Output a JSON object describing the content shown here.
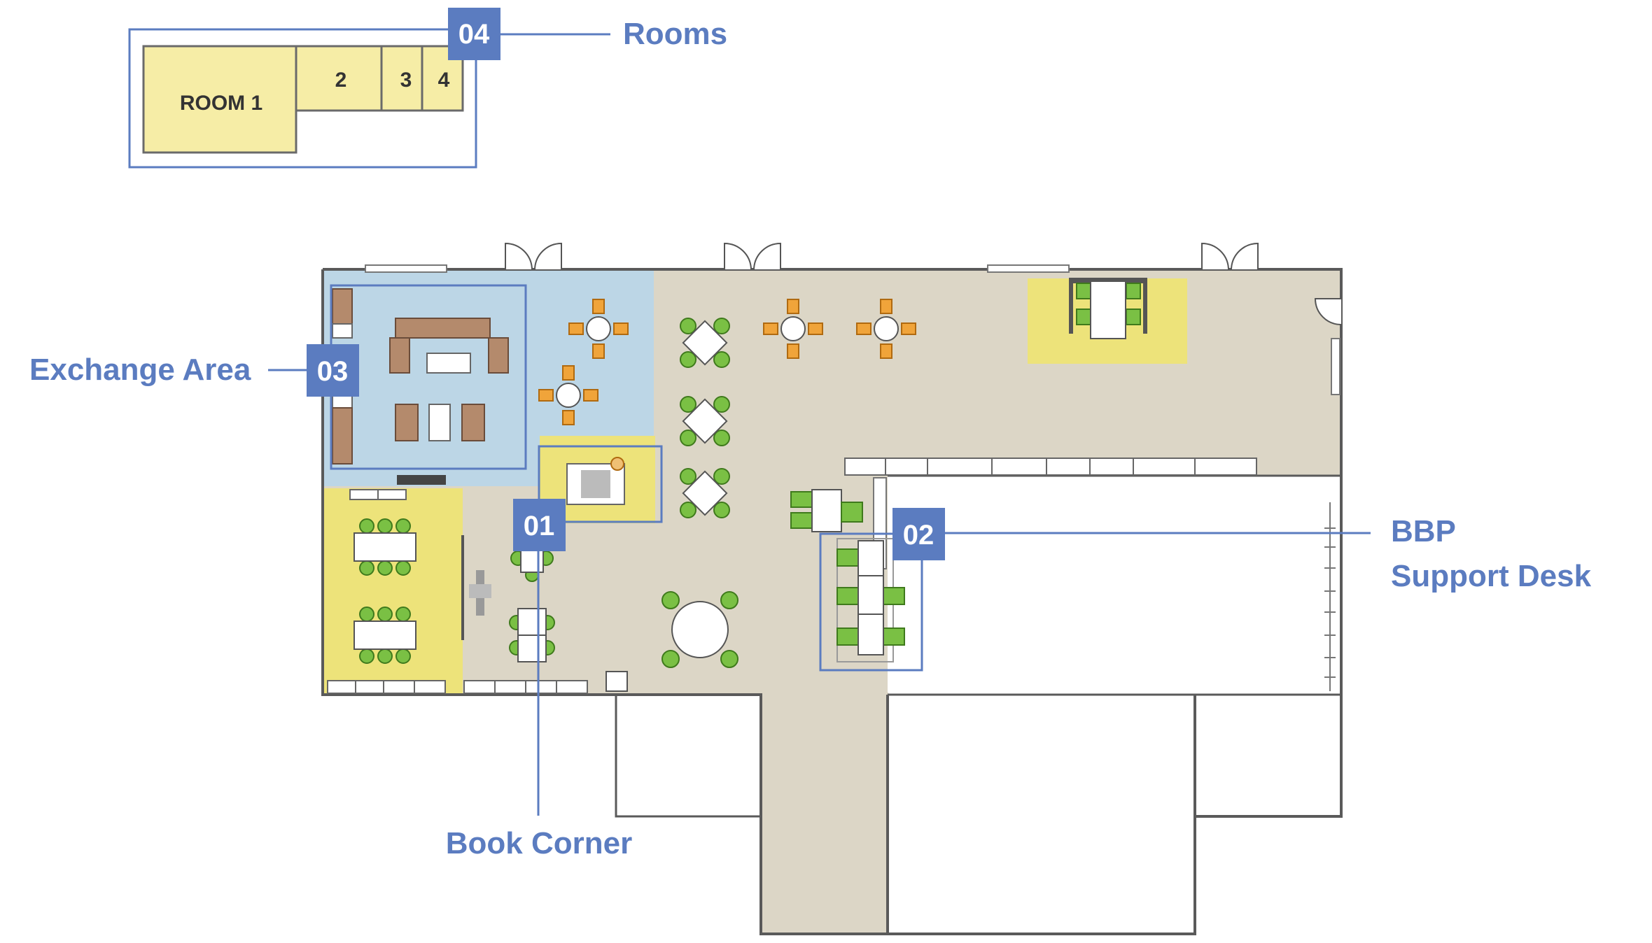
{
  "colors": {
    "wall": "#5a5a5a",
    "floor": "#dcd6c6",
    "exchange_zone": "#bcd6e6",
    "yellow_zone": "#ede37a",
    "room_fill": "#f6eda6",
    "accent_blue": "#5b7cc0",
    "chair_orange": "#f0a43a",
    "chair_green": "#7ac044",
    "sofa_brown": "#b48a6c"
  },
  "rooms_inset": {
    "rooms": [
      {
        "label": "ROOM 1"
      },
      {
        "label": "2"
      },
      {
        "label": "3"
      },
      {
        "label": "4"
      }
    ]
  },
  "markers": [
    {
      "number": "01",
      "name": "Book Corner"
    },
    {
      "number": "02",
      "name": "BBP\nSupport Desk"
    },
    {
      "number": "03",
      "name": "Exchange Area"
    },
    {
      "number": "04",
      "name": "Rooms"
    }
  ],
  "labels": {
    "rooms": "Rooms",
    "exchange_area": "Exchange Area",
    "book_corner": "Book Corner",
    "bbp_line1": "BBP",
    "bbp_line2": "Support Desk"
  }
}
